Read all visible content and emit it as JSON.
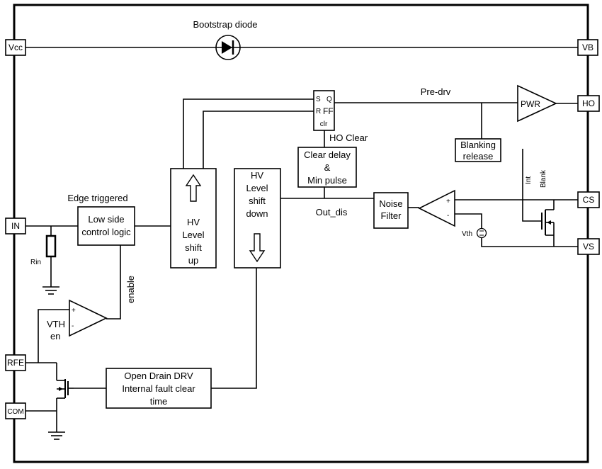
{
  "pins": {
    "vcc": "Vcc",
    "vb": "VB",
    "ho": "HO",
    "cs": "CS",
    "vs": "VS",
    "in": "IN",
    "rfe": "RFE",
    "com": "COM"
  },
  "labels": {
    "bootstrap_diode": "Bootstrap diode",
    "pre_drv": "Pre-drv",
    "pwr": "PWR",
    "ff_s": "S",
    "ff_q": "Q",
    "ff_r": "R",
    "ff_name": "FF",
    "ff_clr": "clr",
    "ho_clear": "HO Clear",
    "clear_delay": [
      "Clear delay",
      "&",
      "Min pulse"
    ],
    "blanking": [
      "Blanking",
      "release"
    ],
    "int_blank": [
      "Int",
      "Blank"
    ],
    "edge_triggered": "Edge triggered",
    "low_side_logic": [
      "Low side",
      "control logic"
    ],
    "hv_shift_up": [
      "HV",
      "Level",
      "shift",
      "up"
    ],
    "hv_shift_down": [
      "HV",
      "Level",
      "shift",
      "down"
    ],
    "out_dis": "Out_dis",
    "noise_filter": [
      "Noise",
      "Filter"
    ],
    "cs_comp_plus": "+",
    "cs_comp_minus": "-",
    "vth_small": "Vth",
    "rin": "Rin",
    "enable": "enable",
    "vth_en": [
      "VTH",
      "en"
    ],
    "en_comp_plus": "+",
    "en_comp_minus": "-",
    "open_drain": [
      "Open Drain DRV",
      "Internal fault clear",
      "time"
    ]
  }
}
